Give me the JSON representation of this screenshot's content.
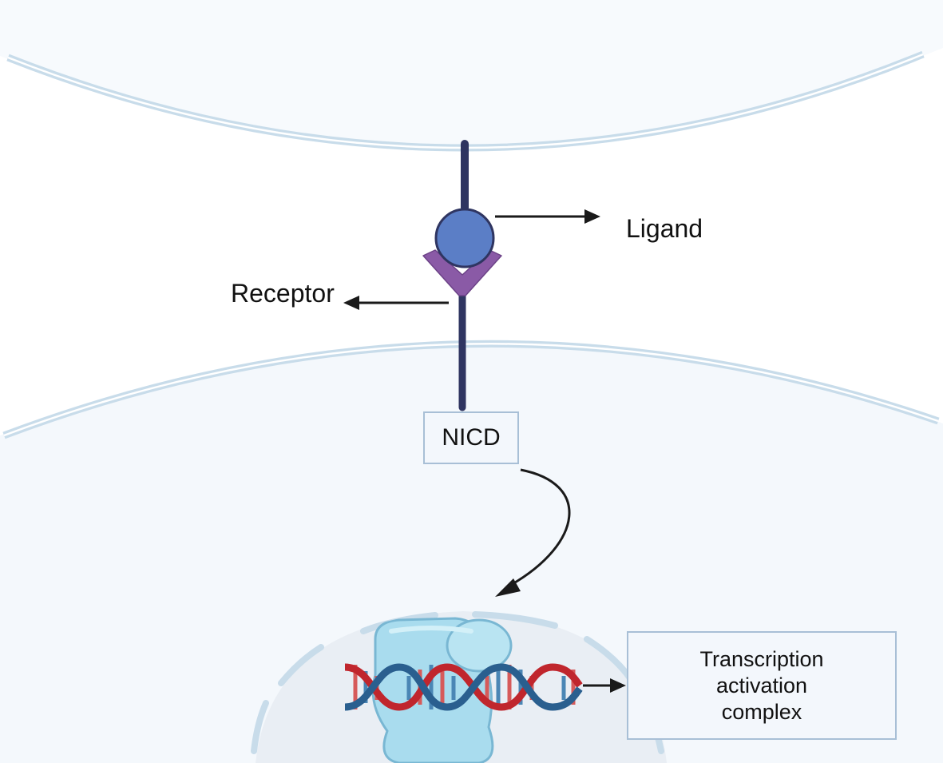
{
  "labels": {
    "ligand": "Ligand",
    "receptor": "Receptor",
    "nicd": "NICD",
    "transcription_complex": [
      "Transcription",
      "activation",
      "complex"
    ]
  },
  "colors": {
    "membrane": "#c8dcea",
    "cell_fill": "#f4f8fc",
    "stalk": "#2f3561",
    "ligand": "#5b7ec6",
    "receptor": "#8a5aa6",
    "dna_red": "#c0262d",
    "dna_blue": "#2a5f8f",
    "complex": "#a9dcee"
  },
  "icons": [
    "ligand-icon",
    "receptor-icon",
    "dna-icon",
    "transcription-complex-icon"
  ]
}
